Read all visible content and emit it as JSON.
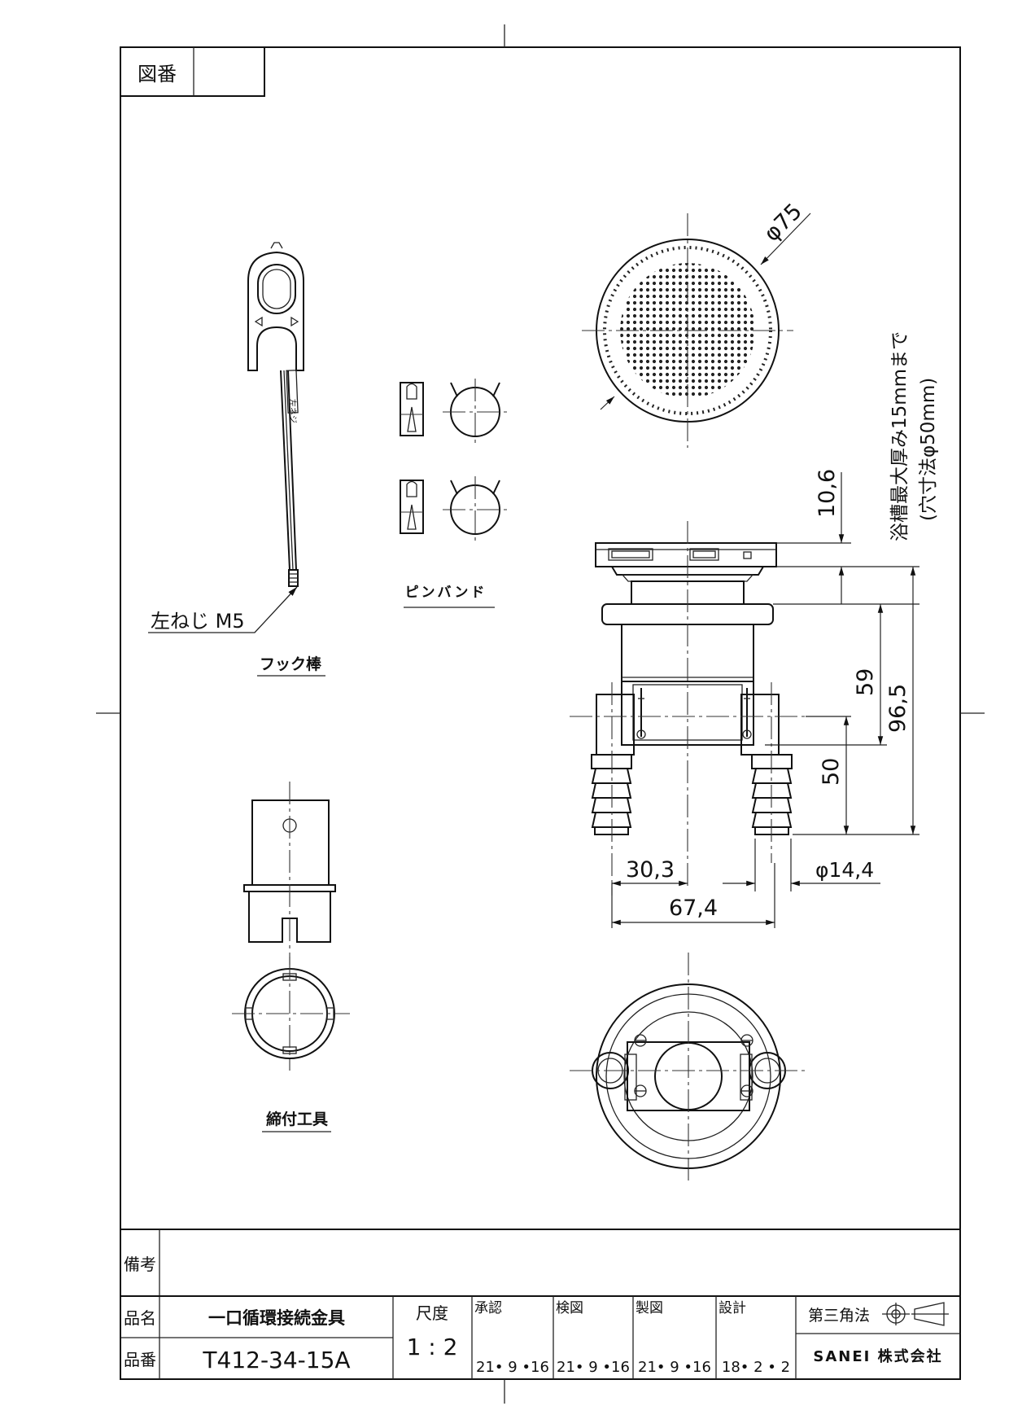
{
  "title_block": {
    "drawing_no_label": "図番",
    "drawing_no_value": "",
    "remarks_label": "備考",
    "remarks_value": "",
    "product_name_label": "品名",
    "product_name": "一口循環接続金具",
    "part_no_label": "品番",
    "part_no": "T412-34-15A",
    "scale_label": "尺度",
    "scale": "1 : 2",
    "approved_label": "承認",
    "approved_date": "21• 9 •16",
    "checked_label": "検図",
    "checked_date": "21• 9 •16",
    "drawn_label": "製図",
    "drawn_date": "21• 9 •16",
    "designed_label": "設計",
    "designed_date": "18• 2 • 2",
    "projection": "第三角法",
    "company": "SANEI 株式会社"
  },
  "parts": {
    "hook_rod": "フック棒",
    "hook_rod_thread": "左ねじ  M5",
    "hook_rod_marking": "左ネジ",
    "pin_band": "ピンバンド",
    "tightening_tool": "締付工具"
  },
  "dimensions": {
    "diameter_top": "φ75",
    "flange_height": "10,6",
    "body_height": "59",
    "total_height": "96,5",
    "outlet_height": "50",
    "half_width": "30,3",
    "hose_diameter": "φ14,4",
    "overall_width": "67,4"
  },
  "notes": {
    "tub_thickness": "浴槽最大厚み15mmまで",
    "hole_size": "(穴寸法φ50mm)"
  }
}
